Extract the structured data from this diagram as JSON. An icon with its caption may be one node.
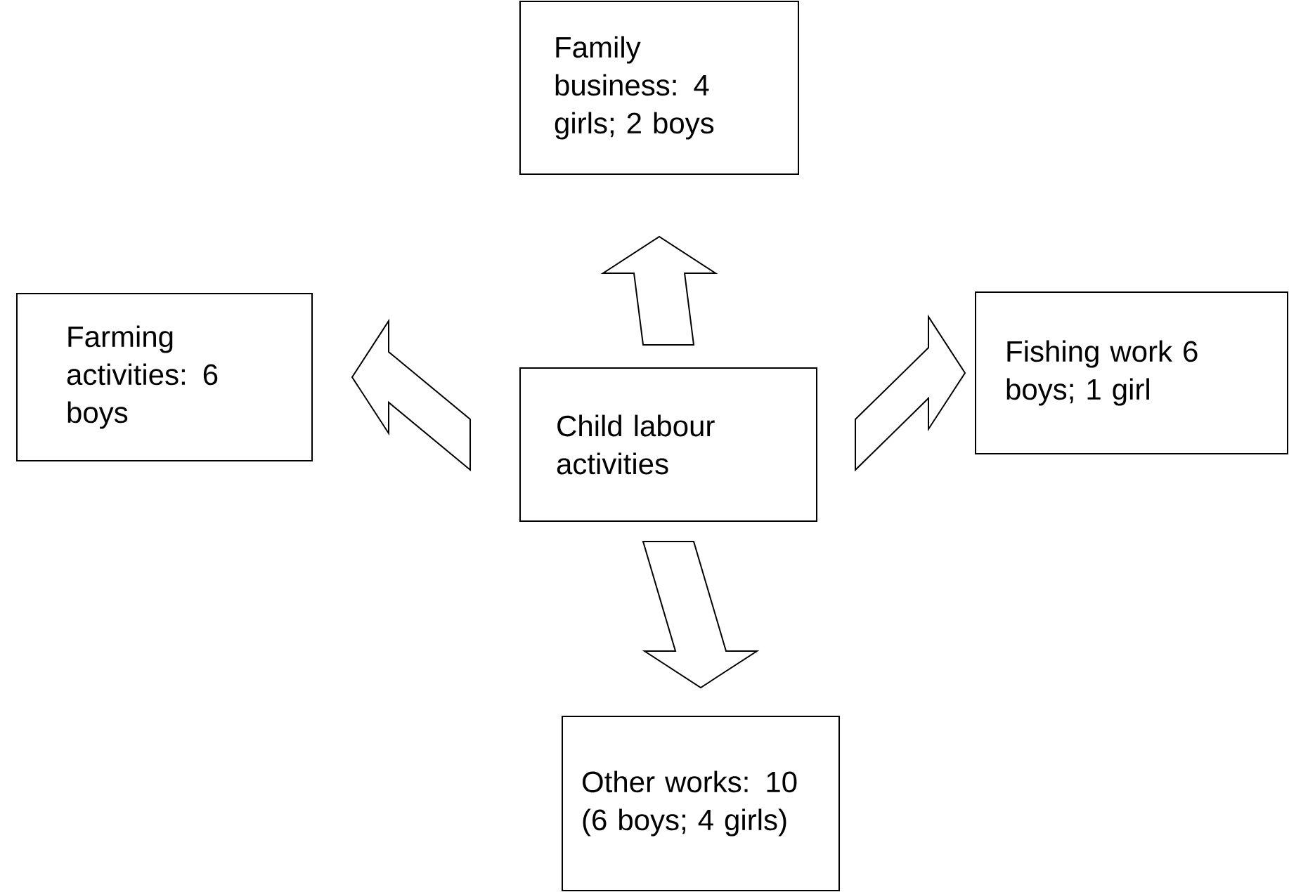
{
  "diagram": {
    "nodes": [
      {
        "text": [
          "Family business: 4 girls; 2 boys"
        ]
      },
      {
        "text": [
          "Farming activities: 6 boys"
        ]
      },
      {
        "text": [
          "Child labour activities"
        ]
      },
      {
        "text": [
          "Fishing work 6 boys; 1 girl"
        ]
      },
      {
        "text": [
          "Other works: 10 (6 boys; 4 girls)"
        ]
      }
    ],
    "edges": [
      {
        "from": 2,
        "to": 0,
        "arrow": "to"
      },
      {
        "from": 2,
        "to": 1,
        "arrow": "to"
      },
      {
        "from": 2,
        "to": 3,
        "arrow": "to"
      },
      {
        "from": 2,
        "to": 4,
        "arrow": "to"
      }
    ]
  }
}
